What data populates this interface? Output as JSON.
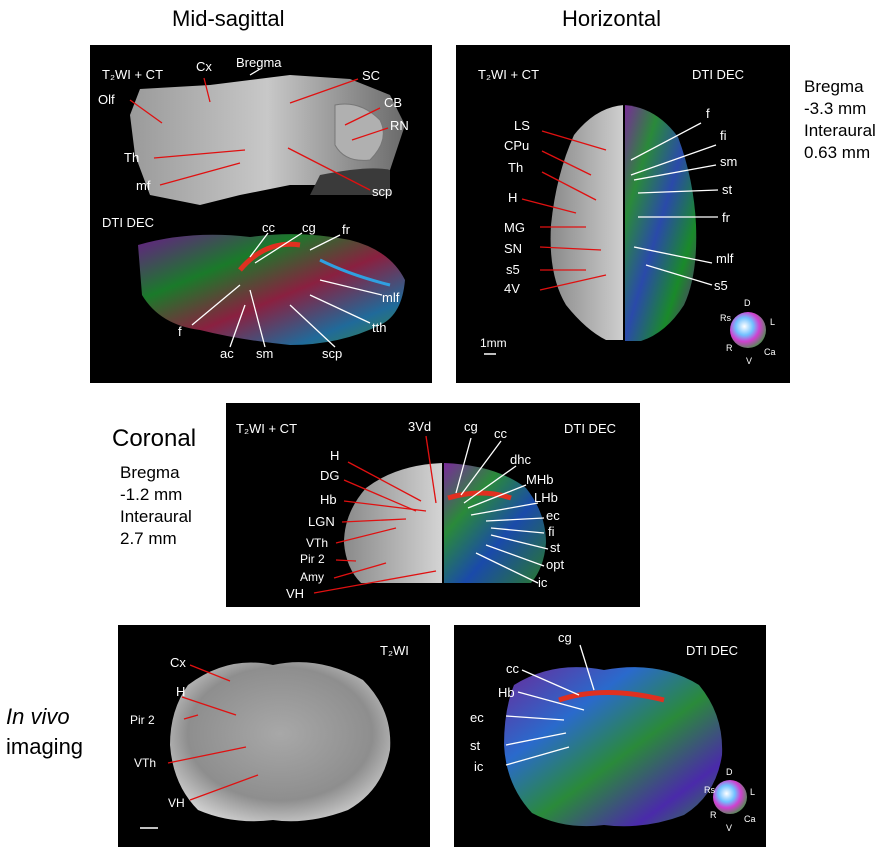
{
  "headings": {
    "mid_sagittal": "Mid-sagittal",
    "horizontal": "Horizontal",
    "coronal": "Coronal",
    "in_vivo_1": "In vivo",
    "in_vivo_2": "imaging"
  },
  "side_notes": {
    "horizontal": [
      "Bregma",
      "-3.3 mm",
      "Interaural",
      "0.63 mm"
    ],
    "coronal": [
      "Bregma",
      "-1.2 mm",
      "Interaural",
      "2.7 mm"
    ]
  },
  "modalities": {
    "t2_ct": "T₂WI + CT",
    "dti": "DTI DEC",
    "t2": "T₂WI"
  },
  "scale_bar": "1mm",
  "orientation_sphere": {
    "top": "D",
    "bottom": "V",
    "left": "R",
    "upper_left": "Rs",
    "right": "L",
    "lower_right": "Ca"
  },
  "labels": {
    "sag_t2": [
      "Olf",
      "Cx",
      "Bregma",
      "SC",
      "CB",
      "RN",
      "Th",
      "mf",
      "scp"
    ],
    "sag_dti": [
      "DTI DEC",
      "cc",
      "cg",
      "fr",
      "mlf",
      "tth",
      "scp",
      "sm",
      "ac",
      "f"
    ],
    "hor_left": [
      "LS",
      "CPu",
      "Th",
      "H",
      "MG",
      "SN",
      "s5",
      "4V"
    ],
    "hor_right": [
      "f",
      "fi",
      "sm",
      "st",
      "fr",
      "mlf",
      "s5"
    ],
    "cor_left": [
      "H",
      "DG",
      "Hb",
      "LGN",
      "VTh",
      "Pir 2",
      "Amy",
      "VH",
      "3Vd"
    ],
    "cor_right": [
      "cg",
      "cc",
      "dhc",
      "MHb",
      "LHb",
      "ec",
      "fi",
      "st",
      "opt",
      "ic"
    ],
    "vivo_t2": [
      "Cx",
      "H",
      "Pir 2",
      "VTh",
      "VH"
    ],
    "vivo_dti": [
      "cg",
      "cc",
      "Hb",
      "ec",
      "st",
      "ic"
    ]
  },
  "colors": {
    "panel_bg": "#000000",
    "pointer": "#e01010",
    "pointer_white": "#ffffff"
  }
}
